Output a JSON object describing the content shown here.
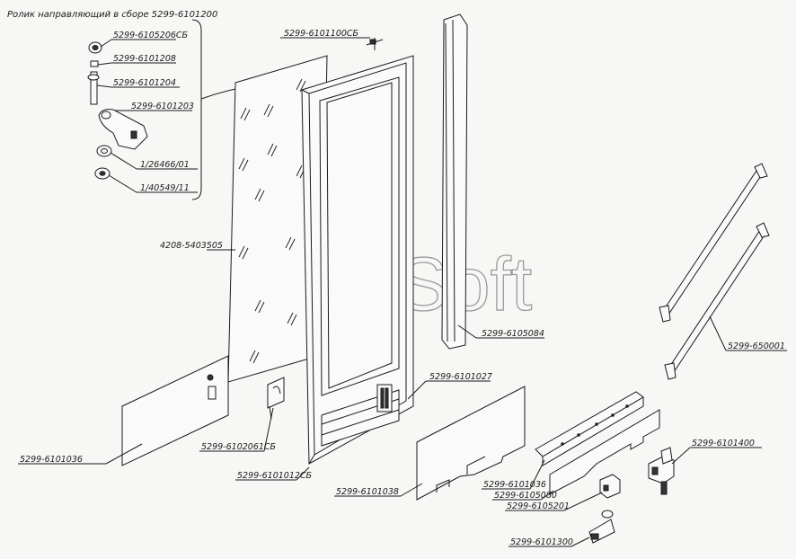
{
  "title": "Ролик направляющий в сборе 5299-6101200",
  "watermark": "AutoSoft",
  "labels": {
    "p_6105206": "5299-6105206СБ",
    "p_6101208": "5299-6101208",
    "p_6101204": "5299-6101204",
    "p_6101203": "5299-6101203",
    "p_26466": "1/26466/01",
    "p_40549": "1/40549/11",
    "p_6101100": "5299-6101100СБ",
    "p_5403505": "4208-5403505",
    "p_6105084": "5299-6105084",
    "p_650001": "5299-650001",
    "p_6101027": "5299-6101027",
    "p_6101036a": "5299-6101036",
    "p_6102061": "5299-6102061СБ",
    "p_6101012": "5299-6101012СБ",
    "p_6101038": "5299-6101038",
    "p_6101036b": "5299-6101036",
    "p_6105080": "5299-6105080",
    "p_6105201": "5299-6105201",
    "p_6101300": "5299-6101300",
    "p_6101400": "5299-6101400"
  }
}
